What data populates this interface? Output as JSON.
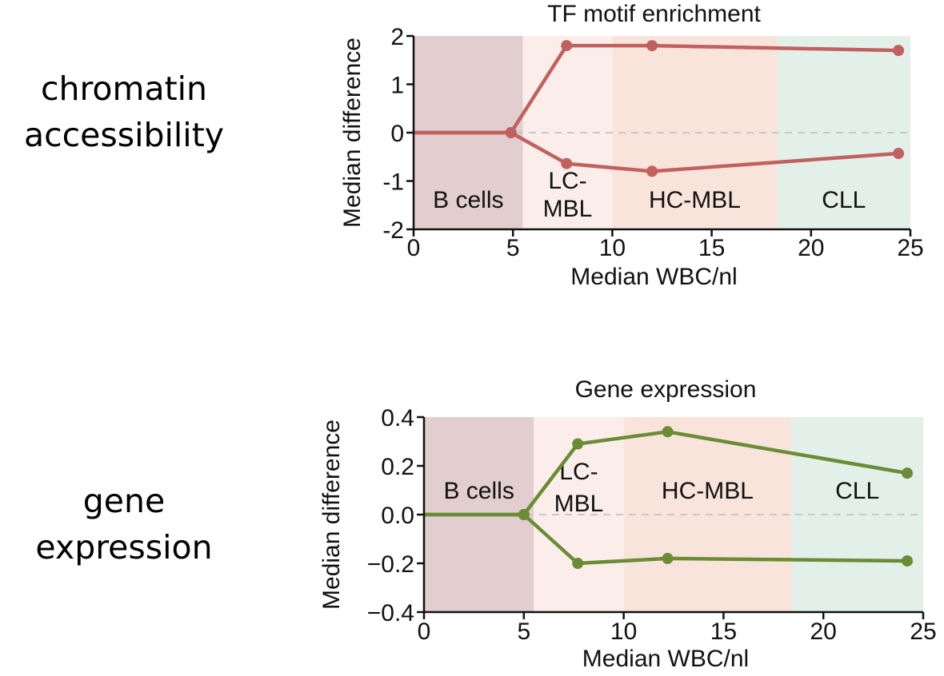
{
  "row_labels": {
    "top": [
      "chromatin",
      "accessibility"
    ],
    "bottom": [
      "gene",
      "expression"
    ]
  },
  "stage_colors": {
    "B cells": "#e2cdcf",
    "LC-MBL": "#fbeeea",
    "HC-MBL": "#f9e4dc",
    "CLL": "#e3f0ea"
  },
  "chart_data": [
    {
      "type": "line",
      "title": "TF motif enrichment",
      "xlabel": "Median WBC/nl",
      "ylabel": "Median difference",
      "xlim": [
        0,
        25
      ],
      "ylim": [
        -2,
        2
      ],
      "xticks": [
        "0",
        "5",
        "10",
        "15",
        "20",
        "25"
      ],
      "yticks": [
        "2",
        "1",
        "0",
        "-1",
        "-2"
      ],
      "color": "#c0615f",
      "regions": [
        {
          "label": "B cells",
          "from": 0,
          "to": 5.5,
          "color": "#e2cdcf"
        },
        {
          "label": "LC-MBL",
          "from": 5.5,
          "to": 10,
          "color": "#fbeeea"
        },
        {
          "label": "HC-MBL",
          "from": 10,
          "to": 18.3,
          "color": "#f9e4dc"
        },
        {
          "label": "CLL",
          "from": 18.3,
          "to": 25,
          "color": "#e3f0ea"
        }
      ],
      "series": [
        {
          "x": [
            0,
            4.9,
            7.7,
            12.0,
            24.4
          ],
          "y": [
            0,
            0,
            1.8,
            1.8,
            1.7
          ],
          "markers": [
            false,
            true,
            true,
            true,
            true
          ]
        },
        {
          "x": [
            0,
            4.9,
            7.7,
            12.0,
            24.4
          ],
          "y": [
            0,
            0,
            -0.64,
            -0.8,
            -0.43
          ],
          "markers": [
            false,
            true,
            true,
            true,
            true
          ]
        }
      ]
    },
    {
      "type": "line",
      "title": "Gene expression",
      "xlabel": "Median WBC/nl",
      "ylabel": "Median difference",
      "xlim": [
        0,
        25
      ],
      "ylim": [
        -0.4,
        0.4
      ],
      "xticks": [
        "0",
        "5",
        "10",
        "15",
        "20",
        "25"
      ],
      "yticks": [
        "0.4",
        "0.2",
        "0.0",
        "−0.2",
        "−0.4"
      ],
      "color": "#6a8c35",
      "regions": [
        {
          "label": "B cells",
          "from": 0,
          "to": 5.5,
          "color": "#e2cdcf"
        },
        {
          "label": "LC-MBL",
          "from": 5.5,
          "to": 10,
          "color": "#fbeeea"
        },
        {
          "label": "HC-MBL",
          "from": 10,
          "to": 18.4,
          "color": "#f9e4dc"
        },
        {
          "label": "CLL",
          "from": 18.4,
          "to": 25,
          "color": "#e3f0ea"
        }
      ],
      "series": [
        {
          "x": [
            0,
            5.0,
            7.7,
            12.2,
            24.2
          ],
          "y": [
            0,
            0,
            0.29,
            0.34,
            0.17
          ],
          "markers": [
            false,
            true,
            true,
            true,
            true
          ]
        },
        {
          "x": [
            0,
            5.0,
            7.7,
            12.2,
            24.2
          ],
          "y": [
            0,
            0,
            -0.2,
            -0.18,
            -0.19
          ],
          "markers": [
            false,
            true,
            true,
            true,
            true
          ]
        }
      ]
    }
  ]
}
